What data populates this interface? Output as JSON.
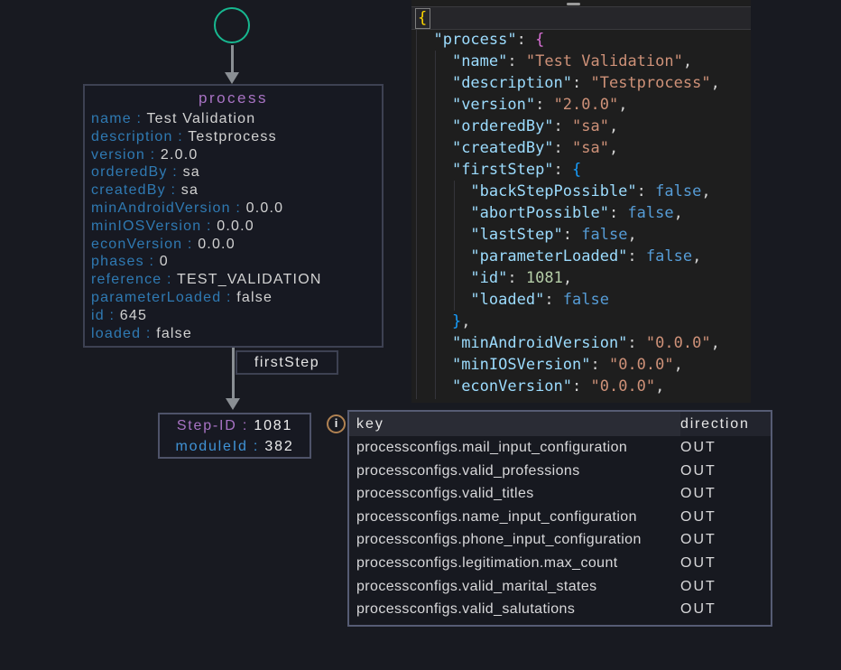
{
  "colors": {
    "page_background": "#181a21",
    "start_node_stroke": "#17b890",
    "arrow": "#8a8f94",
    "node_border": "#3d4152",
    "process_title": "#a873c4",
    "process_key": "#2f7ab3",
    "step_id_key": "#a873c4",
    "module_id_key": "#3f93d6",
    "value_text": "#d2d2d2",
    "code_panel_background": "#1e1e1e",
    "code_key": "#9cdcfe",
    "code_string": "#ce9178",
    "code_keyword": "#569cd6",
    "code_number": "#b5cea8",
    "bracket_level1": "#ffd700",
    "bracket_level2": "#da70d6",
    "bracket_level3": "#179fff",
    "info_icon_border": "#b08252",
    "table_border": "#565c74"
  },
  "diagram": {
    "process_node": {
      "title": "process",
      "fields": [
        {
          "key": "name",
          "value": "Test Validation"
        },
        {
          "key": "description",
          "value": "Testprocess"
        },
        {
          "key": "version",
          "value": "2.0.0"
        },
        {
          "key": "orderedBy",
          "value": "sa"
        },
        {
          "key": "createdBy",
          "value": "sa"
        },
        {
          "key": "minAndroidVersion",
          "value": "0.0.0"
        },
        {
          "key": "minIOSVersion",
          "value": "0.0.0"
        },
        {
          "key": "econVersion",
          "value": "0.0.0"
        },
        {
          "key": "phases",
          "value": "0"
        },
        {
          "key": "reference",
          "value": "TEST_VALIDATION"
        },
        {
          "key": "parameterLoaded",
          "value": "false"
        },
        {
          "key": "id",
          "value": "645"
        },
        {
          "key": "loaded",
          "value": "false"
        }
      ]
    },
    "edge_label": "firstStep",
    "step_node": {
      "fields": [
        {
          "key": "Step-ID",
          "value": "1081",
          "color": "purple"
        },
        {
          "key": "moduleId",
          "value": "382",
          "color": "blue"
        }
      ]
    },
    "info_icon": "i"
  },
  "code_panel": {
    "lines": [
      {
        "hl": true,
        "tokens": [
          [
            "b1h",
            "{"
          ]
        ]
      },
      {
        "tokens": [
          [
            "pun",
            "  "
          ],
          [
            "key",
            "\"process\""
          ],
          [
            "pun",
            ": "
          ],
          [
            "b2",
            "{"
          ]
        ]
      },
      {
        "tokens": [
          [
            "pun",
            "    "
          ],
          [
            "key",
            "\"name\""
          ],
          [
            "pun",
            ": "
          ],
          [
            "str",
            "\"Test Validation\""
          ],
          [
            "pun",
            ","
          ]
        ]
      },
      {
        "tokens": [
          [
            "pun",
            "    "
          ],
          [
            "key",
            "\"description\""
          ],
          [
            "pun",
            ": "
          ],
          [
            "str",
            "\"Testprocess\""
          ],
          [
            "pun",
            ","
          ]
        ]
      },
      {
        "tokens": [
          [
            "pun",
            "    "
          ],
          [
            "key",
            "\"version\""
          ],
          [
            "pun",
            ": "
          ],
          [
            "str",
            "\"2.0.0\""
          ],
          [
            "pun",
            ","
          ]
        ]
      },
      {
        "tokens": [
          [
            "pun",
            "    "
          ],
          [
            "key",
            "\"orderedBy\""
          ],
          [
            "pun",
            ": "
          ],
          [
            "str",
            "\"sa\""
          ],
          [
            "pun",
            ","
          ]
        ]
      },
      {
        "tokens": [
          [
            "pun",
            "    "
          ],
          [
            "key",
            "\"createdBy\""
          ],
          [
            "pun",
            ": "
          ],
          [
            "str",
            "\"sa\""
          ],
          [
            "pun",
            ","
          ]
        ]
      },
      {
        "tokens": [
          [
            "pun",
            "    "
          ],
          [
            "key",
            "\"firstStep\""
          ],
          [
            "pun",
            ": "
          ],
          [
            "b3",
            "{"
          ]
        ]
      },
      {
        "tokens": [
          [
            "pun",
            "      "
          ],
          [
            "key",
            "\"backStepPossible\""
          ],
          [
            "pun",
            ": "
          ],
          [
            "kw",
            "false"
          ],
          [
            "pun",
            ","
          ]
        ]
      },
      {
        "tokens": [
          [
            "pun",
            "      "
          ],
          [
            "key",
            "\"abortPossible\""
          ],
          [
            "pun",
            ": "
          ],
          [
            "kw",
            "false"
          ],
          [
            "pun",
            ","
          ]
        ]
      },
      {
        "tokens": [
          [
            "pun",
            "      "
          ],
          [
            "key",
            "\"lastStep\""
          ],
          [
            "pun",
            ": "
          ],
          [
            "kw",
            "false"
          ],
          [
            "pun",
            ","
          ]
        ]
      },
      {
        "tokens": [
          [
            "pun",
            "      "
          ],
          [
            "key",
            "\"parameterLoaded\""
          ],
          [
            "pun",
            ": "
          ],
          [
            "kw",
            "false"
          ],
          [
            "pun",
            ","
          ]
        ]
      },
      {
        "tokens": [
          [
            "pun",
            "      "
          ],
          [
            "key",
            "\"id\""
          ],
          [
            "pun",
            ": "
          ],
          [
            "num",
            "1081"
          ],
          [
            "pun",
            ","
          ]
        ]
      },
      {
        "tokens": [
          [
            "pun",
            "      "
          ],
          [
            "key",
            "\"loaded\""
          ],
          [
            "pun",
            ": "
          ],
          [
            "kw",
            "false"
          ]
        ]
      },
      {
        "tokens": [
          [
            "pun",
            "    "
          ],
          [
            "b3",
            "}"
          ],
          [
            "pun",
            ","
          ]
        ]
      },
      {
        "tokens": [
          [
            "pun",
            "    "
          ],
          [
            "key",
            "\"minAndroidVersion\""
          ],
          [
            "pun",
            ": "
          ],
          [
            "str",
            "\"0.0.0\""
          ],
          [
            "pun",
            ","
          ]
        ]
      },
      {
        "tokens": [
          [
            "pun",
            "    "
          ],
          [
            "key",
            "\"minIOSVersion\""
          ],
          [
            "pun",
            ": "
          ],
          [
            "str",
            "\"0.0.0\""
          ],
          [
            "pun",
            ","
          ]
        ]
      },
      {
        "tokens": [
          [
            "pun",
            "    "
          ],
          [
            "key",
            "\"econVersion\""
          ],
          [
            "pun",
            ": "
          ],
          [
            "str",
            "\"0.0.0\""
          ],
          [
            "pun",
            ","
          ]
        ]
      }
    ]
  },
  "table": {
    "headers": [
      "key",
      "direction"
    ],
    "rows": [
      [
        "processconfigs.mail_input_configuration",
        "OUT"
      ],
      [
        "processconfigs.valid_professions",
        "OUT"
      ],
      [
        "processconfigs.valid_titles",
        "OUT"
      ],
      [
        "processconfigs.name_input_configuration",
        "OUT"
      ],
      [
        "processconfigs.phone_input_configuration",
        "OUT"
      ],
      [
        "processconfigs.legitimation.max_count",
        "OUT"
      ],
      [
        "processconfigs.valid_marital_states",
        "OUT"
      ],
      [
        "processconfigs.valid_salutations",
        "OUT"
      ]
    ]
  }
}
